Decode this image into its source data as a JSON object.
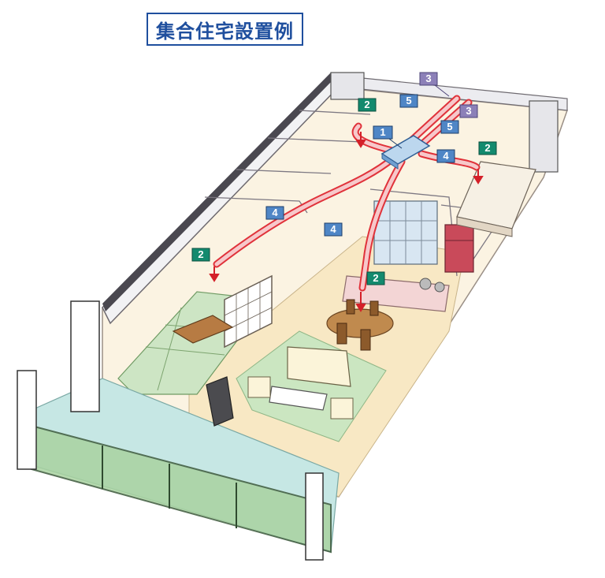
{
  "title": "集合住宅設置例",
  "colors": {
    "title": "#1f4f9e",
    "duct": "#f4b7b9",
    "duct_edge": "#e0323a",
    "unit_blue": "#4f86c6",
    "badge_green": "#138a6e",
    "badge_blue": "#4f86c6",
    "badge_purple": "#8c80b8",
    "floor_wood": "#f8e8c4",
    "tatami": "#cde5c4",
    "balcony": "#c6e7e4"
  },
  "callouts": [
    {
      "id": "c1",
      "text": "1",
      "kind": "unit"
    },
    {
      "id": "c2a",
      "text": "2",
      "kind": "outlet"
    },
    {
      "id": "c2b",
      "text": "2",
      "kind": "outlet"
    },
    {
      "id": "c2c",
      "text": "2",
      "kind": "outlet"
    },
    {
      "id": "c2d",
      "text": "2",
      "kind": "outlet"
    },
    {
      "id": "c3a",
      "text": "3",
      "kind": "hood"
    },
    {
      "id": "c3b",
      "text": "3",
      "kind": "hood"
    },
    {
      "id": "c4a",
      "text": "4",
      "kind": "duct"
    },
    {
      "id": "c4b",
      "text": "4",
      "kind": "duct"
    },
    {
      "id": "c4c",
      "text": "4",
      "kind": "duct"
    },
    {
      "id": "c5a",
      "text": "5",
      "kind": "duct"
    },
    {
      "id": "c5b",
      "text": "5",
      "kind": "duct"
    }
  ]
}
